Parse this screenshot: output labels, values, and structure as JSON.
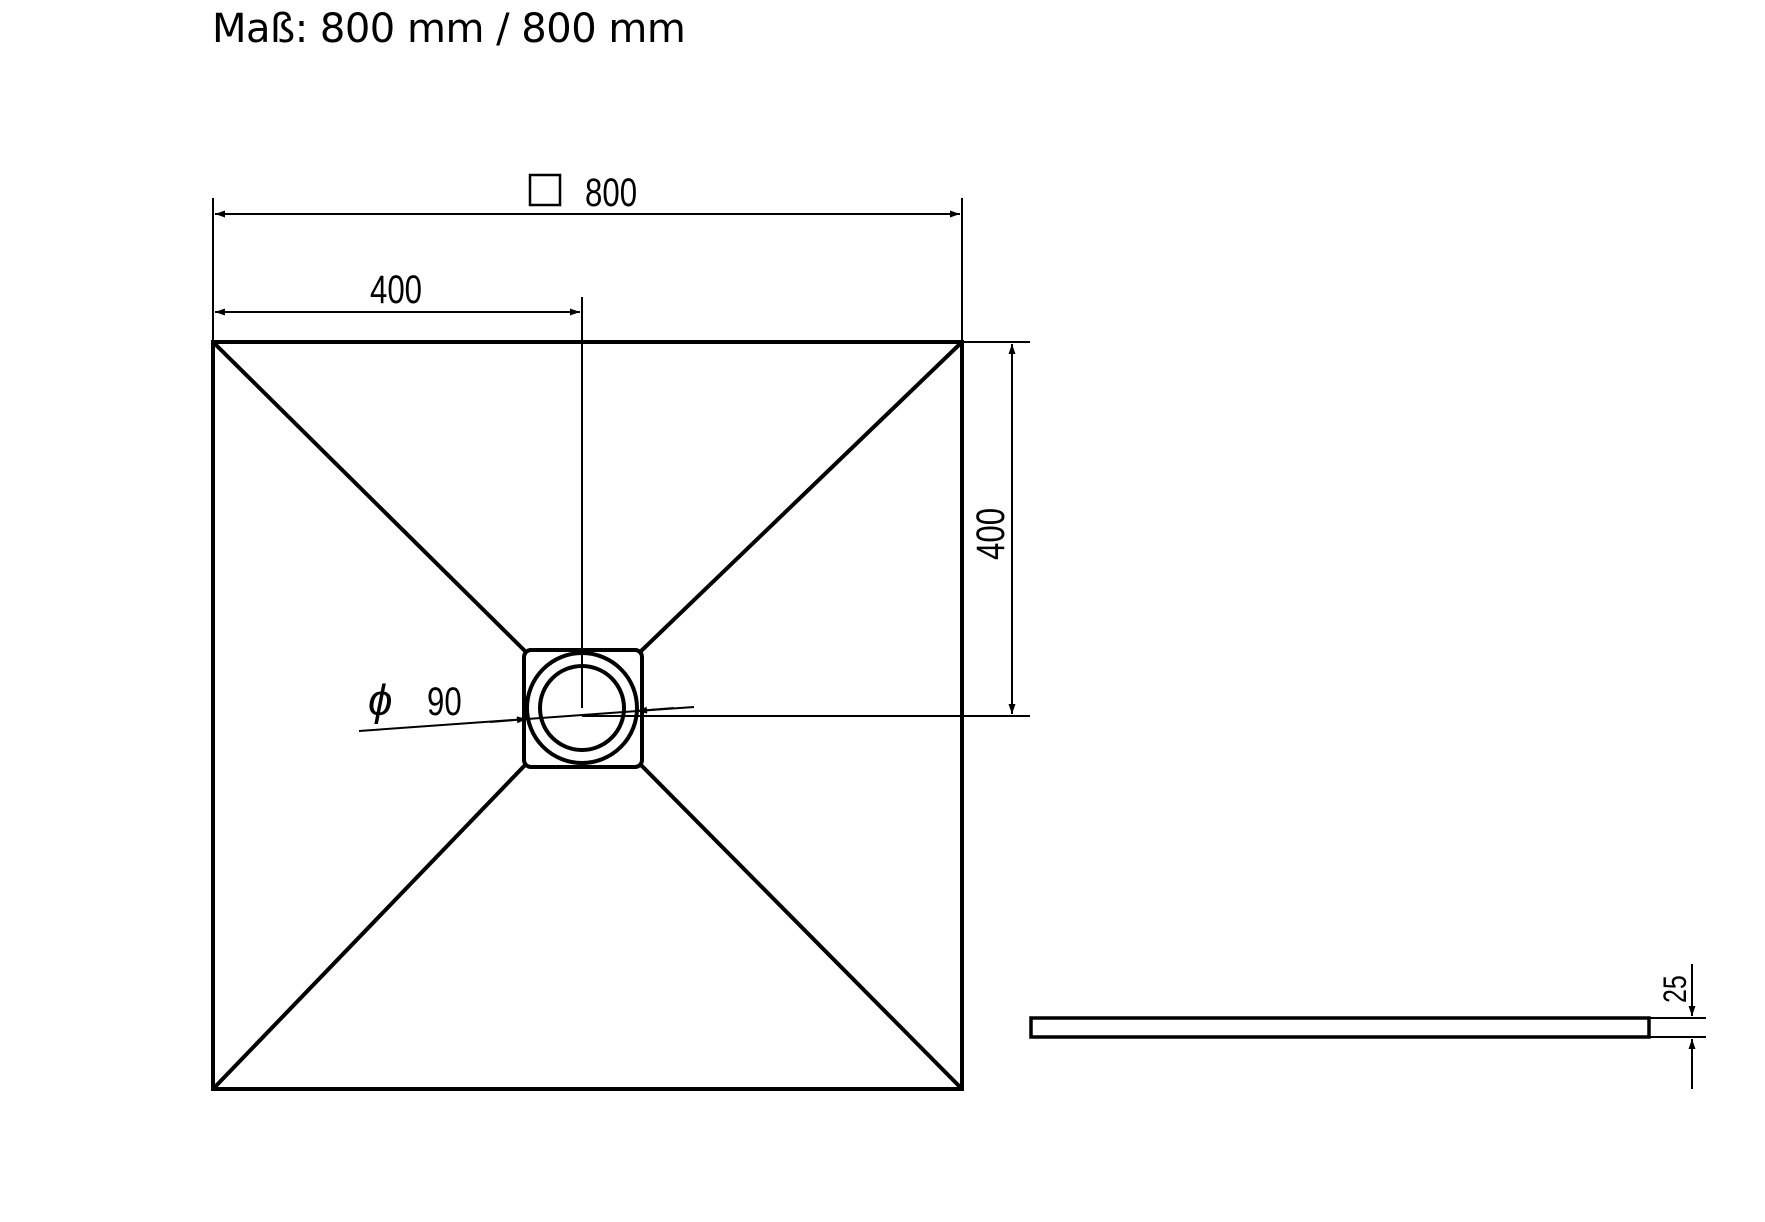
{
  "title": "Maß: 800 mm / 800 mm",
  "drawing": {
    "overall_dimension": "800",
    "overall_symbol": "square",
    "drain_offset_horizontal": "400",
    "drain_offset_vertical": "400",
    "drain_diameter_symbol": "ϕ",
    "drain_diameter": "90",
    "tray_height": "25"
  },
  "colors": {
    "line": "#000000",
    "background": "#ffffff"
  }
}
